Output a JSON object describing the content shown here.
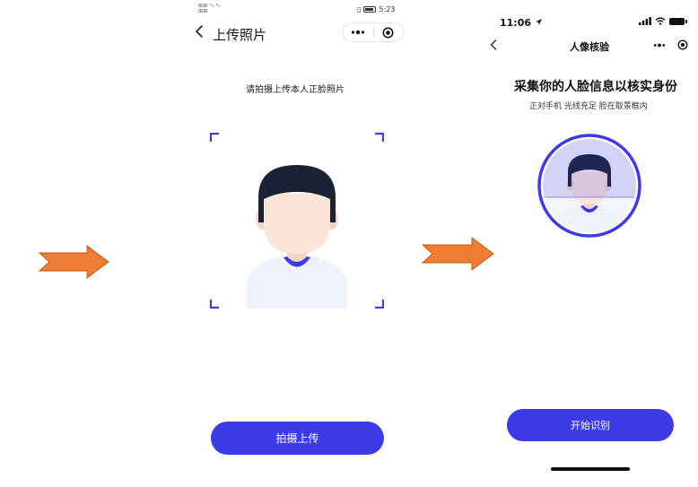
{
  "screen1": {
    "status_left_top": "⊞⊞ ᵃᵢₗ ᵃᵢₗ",
    "status_left_bottom": "⊞⊞",
    "status_time": "5:23",
    "nav_title": "上传照片",
    "hint": "请拍摄上传本人正脸照片",
    "button_label": "拍摄上传"
  },
  "screen2": {
    "status_time": "11:06",
    "nav_title": "人像核验",
    "heading": "采集你的人脸信息以核实身份",
    "subheading": "正对手机 光线充足 脸在取景框内",
    "button_label": "开始识别"
  },
  "colors": {
    "accent": "#3d3ae8",
    "arrow": "#ed7d31",
    "hair": "#1b2233",
    "skin": "#fbe5d9",
    "shirt": "#eef2fa"
  },
  "icons": {
    "back": "chevron-left-icon",
    "more": "more-dots-icon",
    "close": "target-icon",
    "arrow": "right-arrow-icon"
  }
}
